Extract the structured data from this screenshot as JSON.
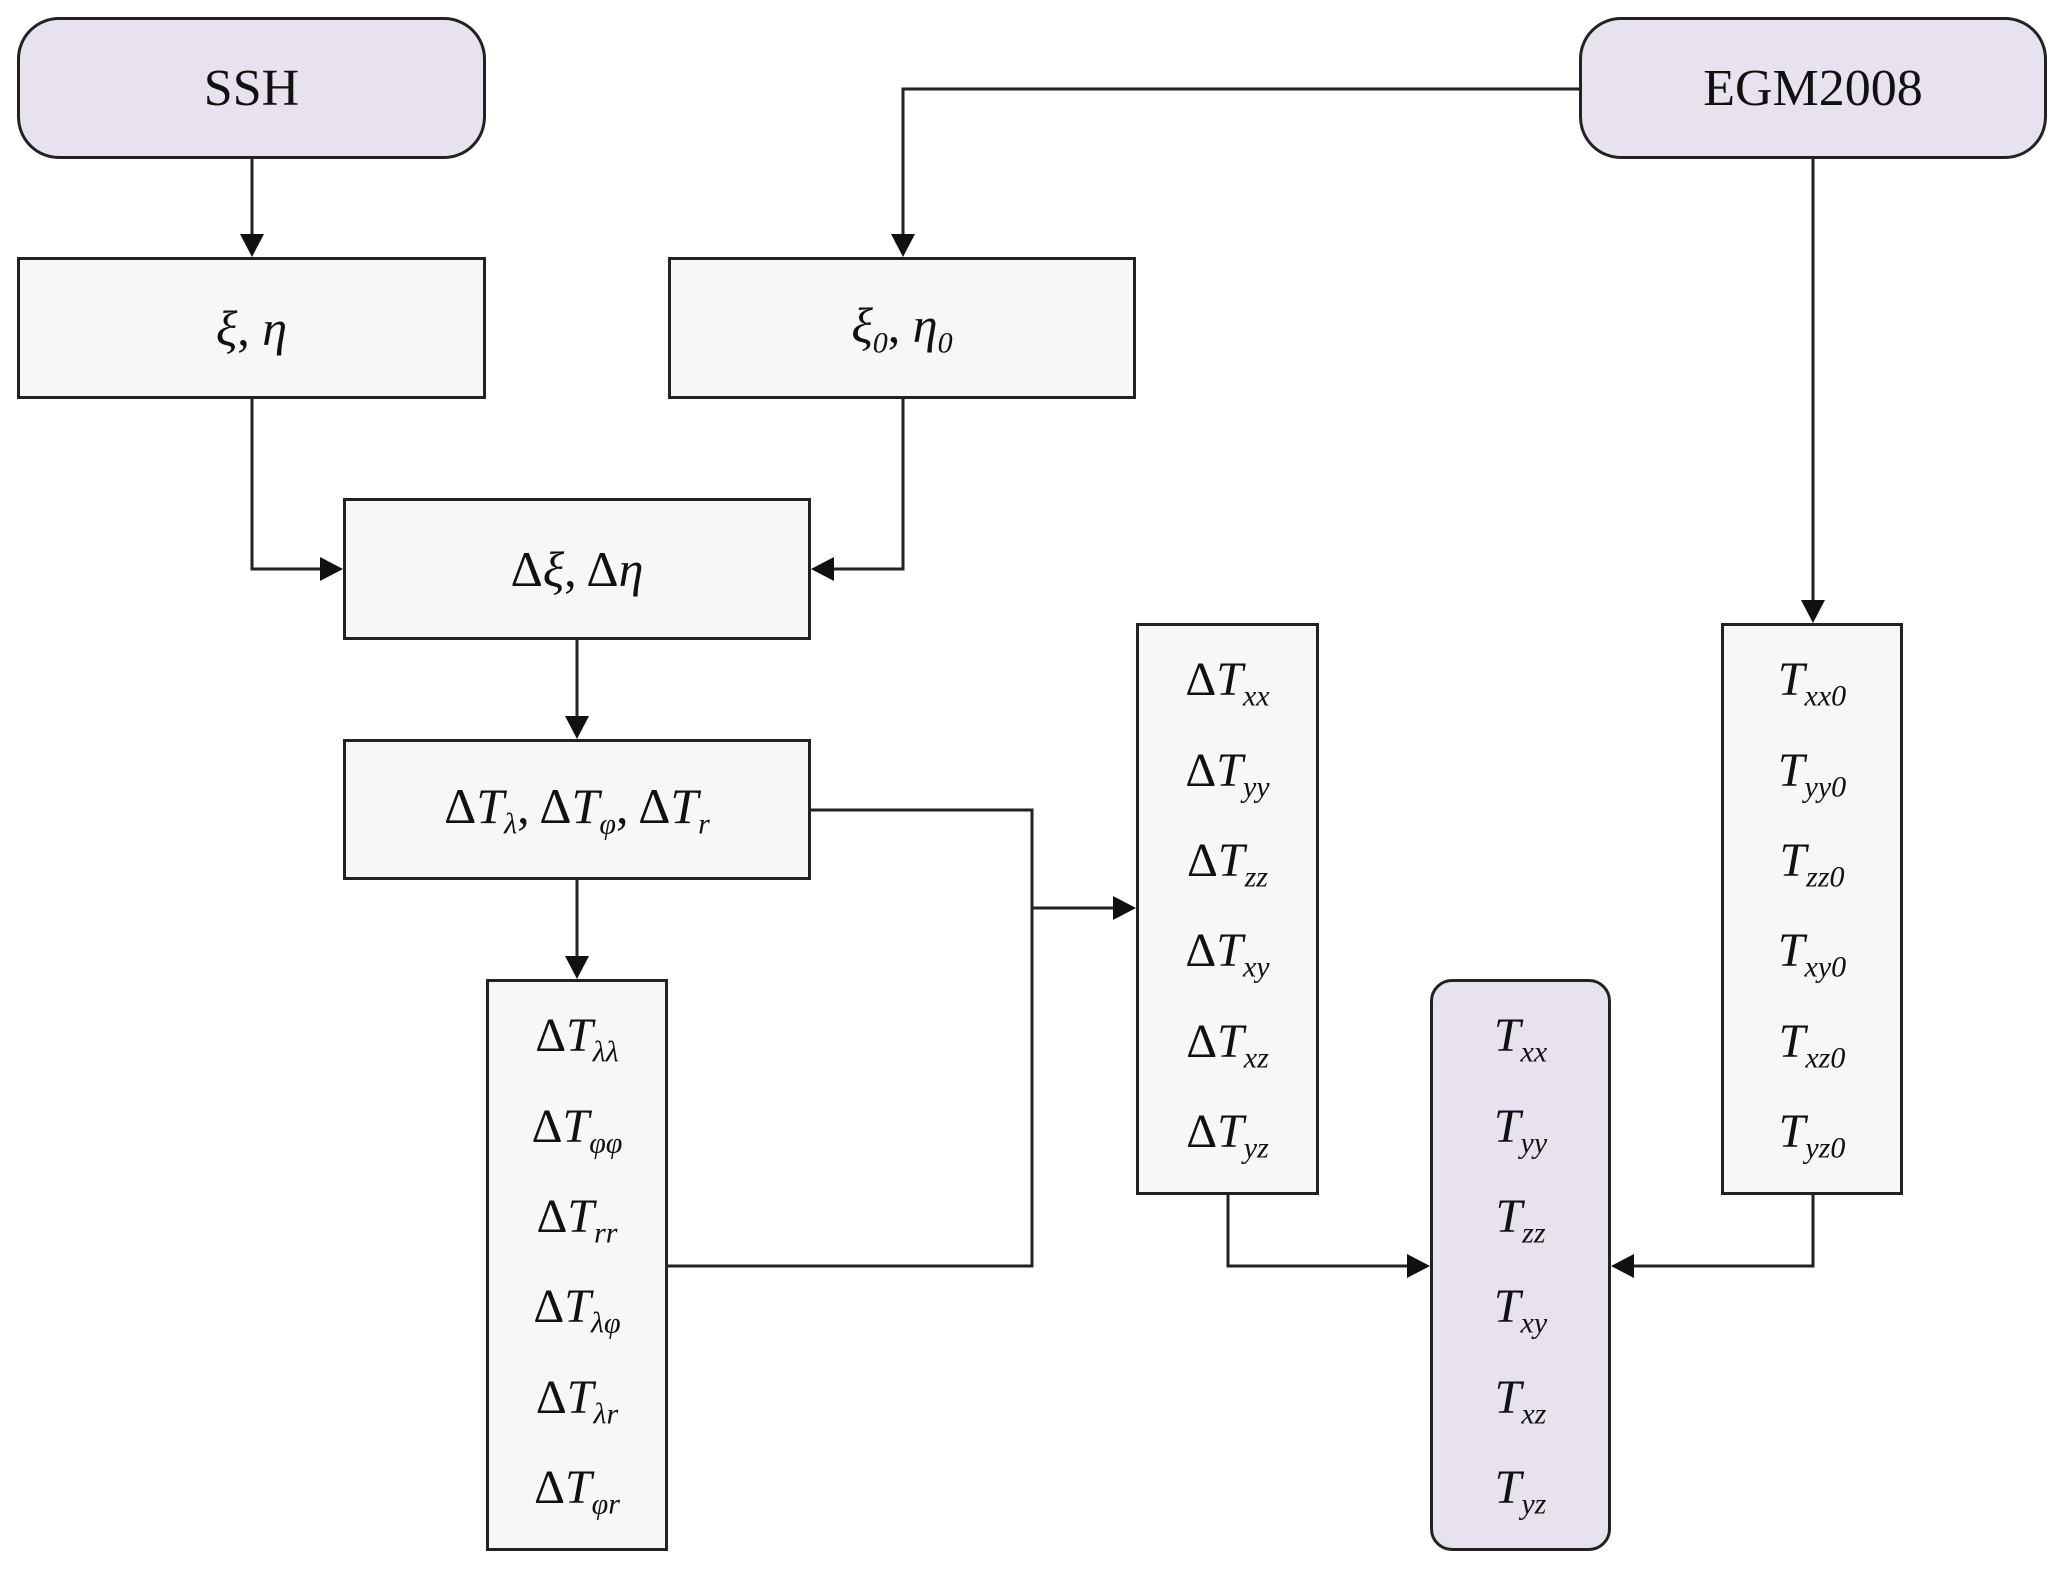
{
  "diagram": {
    "type": "flowchart",
    "colors": {
      "source_fill": "#e8e2ee",
      "process_fill": "#f7f7f9",
      "stroke": "#222222"
    },
    "nodes": {
      "ssh": {
        "label": "SSH"
      },
      "egm": {
        "label": "EGM2008"
      },
      "xi_eta": {
        "sym1": "ξ",
        "sep": ", ",
        "sym2": "η"
      },
      "xi0_eta0": {
        "sym1": "ξ",
        "sub1": "0",
        "sep": ", ",
        "sym2": "η",
        "sub2": "0"
      },
      "delta_xi_eta": {
        "d": "Δ",
        "sym1": "ξ",
        "sep": ", ",
        "sym2": "η"
      },
      "delta_t_first": {
        "items": [
          {
            "d": "Δ",
            "base": "T",
            "sub": "λ"
          },
          {
            "d": "Δ",
            "base": "T",
            "sub": "φ"
          },
          {
            "d": "Δ",
            "base": "T",
            "sub": "r"
          }
        ],
        "sep": ", "
      },
      "delta_t_spherical": {
        "items": [
          {
            "d": "Δ",
            "base": "T",
            "sub": "λλ"
          },
          {
            "d": "Δ",
            "base": "T",
            "sub": "φφ"
          },
          {
            "d": "Δ",
            "base": "T",
            "sub": "rr"
          },
          {
            "d": "Δ",
            "base": "T",
            "sub": "λφ"
          },
          {
            "d": "Δ",
            "base": "T",
            "sub": "λr"
          },
          {
            "d": "Δ",
            "base": "T",
            "sub": "φr"
          }
        ]
      },
      "delta_t_cartesian": {
        "items": [
          {
            "d": "Δ",
            "base": "T",
            "sub": "xx"
          },
          {
            "d": "Δ",
            "base": "T",
            "sub": "yy"
          },
          {
            "d": "Δ",
            "base": "T",
            "sub": "zz"
          },
          {
            "d": "Δ",
            "base": "T",
            "sub": "xy"
          },
          {
            "d": "Δ",
            "base": "T",
            "sub": "xz"
          },
          {
            "d": "Δ",
            "base": "T",
            "sub": "yz"
          }
        ]
      },
      "t_result": {
        "items": [
          {
            "base": "T",
            "sub": "xx"
          },
          {
            "base": "T",
            "sub": "yy"
          },
          {
            "base": "T",
            "sub": "zz"
          },
          {
            "base": "T",
            "sub": "xy"
          },
          {
            "base": "T",
            "sub": "xz"
          },
          {
            "base": "T",
            "sub": "yz"
          }
        ]
      },
      "t_reference": {
        "items": [
          {
            "base": "T",
            "sub": "xx0"
          },
          {
            "base": "T",
            "sub": "yy0"
          },
          {
            "base": "T",
            "sub": "zz0"
          },
          {
            "base": "T",
            "sub": "xy0"
          },
          {
            "base": "T",
            "sub": "xz0"
          },
          {
            "base": "T",
            "sub": "yz0"
          }
        ]
      }
    },
    "edges": [
      {
        "from": "ssh",
        "to": "xi_eta"
      },
      {
        "from": "egm",
        "to": "xi0_eta0"
      },
      {
        "from": "egm",
        "to": "t_reference"
      },
      {
        "from": "xi_eta",
        "to": "delta_xi_eta"
      },
      {
        "from": "xi0_eta0",
        "to": "delta_xi_eta"
      },
      {
        "from": "delta_xi_eta",
        "to": "delta_t_first"
      },
      {
        "from": "delta_t_first",
        "to": "delta_t_spherical"
      },
      {
        "from": "delta_t_first",
        "to": "delta_t_cartesian"
      },
      {
        "from": "delta_t_spherical",
        "to": "delta_t_cartesian"
      },
      {
        "from": "delta_t_cartesian",
        "to": "t_result"
      },
      {
        "from": "t_reference",
        "to": "t_result"
      }
    ]
  }
}
